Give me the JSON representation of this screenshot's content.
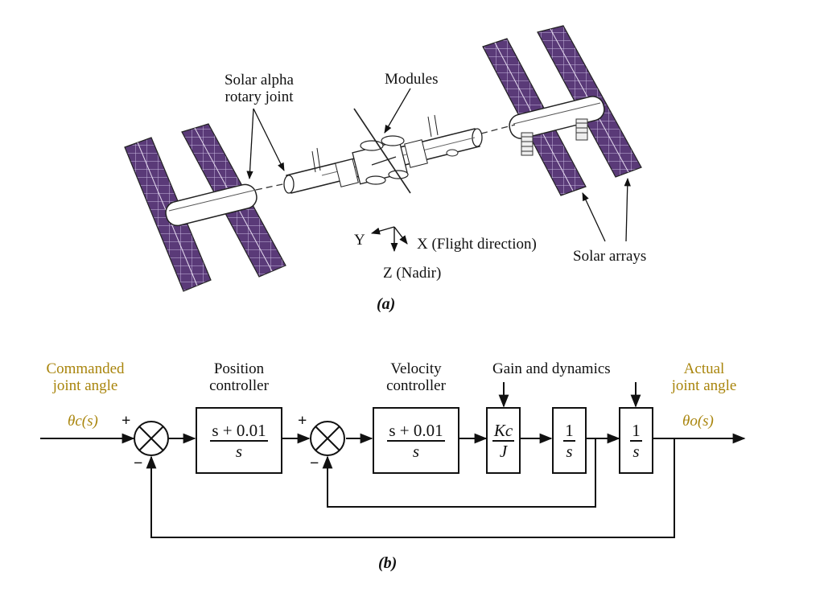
{
  "figure_a": {
    "labels": {
      "sarj_line1": "Solar alpha",
      "sarj_line2": "rotary joint",
      "modules": "Modules",
      "axis_y": "Y",
      "axis_x": "X (Flight direction)",
      "axis_z": "Z (Nadir)",
      "solar_arrays": "Solar arrays"
    },
    "caption": "(a)",
    "colors": {
      "panel": "#5a3a78",
      "panel_grid": "#c8b8e0"
    }
  },
  "figure_b": {
    "input_label_line1": "Commanded",
    "input_label_line2": "joint angle",
    "input_signal": "θc(s)",
    "output_label_line1": "Actual",
    "output_label_line2": "joint angle",
    "output_signal": "θo(s)",
    "position_controller": {
      "title_line1": "Position",
      "title_line2": "controller",
      "num": "s + 0.01",
      "den": "s"
    },
    "velocity_controller": {
      "title_line1": "Velocity",
      "title_line2": "controller",
      "num": "s + 0.01",
      "den": "s"
    },
    "gain_block": {
      "num": "Kc",
      "den": "J"
    },
    "integrator_1": {
      "num": "1",
      "den": "s"
    },
    "integrator_2": {
      "num": "1",
      "den": "s"
    },
    "gain_dynamics_label": "Gain and dynamics",
    "plus_sign": "+",
    "minus_sign": "−",
    "caption": "(b)",
    "colors": {
      "signal_label": "#a9850d"
    }
  }
}
